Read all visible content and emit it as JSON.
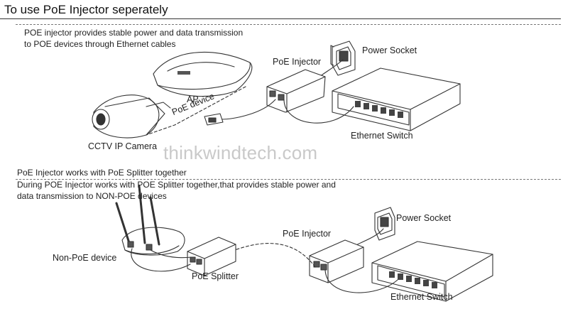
{
  "title": "To use PoE Injector seperately",
  "section1": {
    "description_lines": [
      "POE injector provides stable power and data transmission",
      "to POE devices through Ethernet cables"
    ],
    "labels": {
      "power_socket": "Power Socket",
      "poe_injector": "PoE Injector",
      "ap": "AP",
      "poe_device": "PoE device",
      "cctv": "CCTV IP Camera",
      "ethernet_switch": "Ethernet Switch"
    }
  },
  "watermark": "thinkwindtech.com",
  "section2": {
    "heading": "PoE Injector works with PoE Splitter together",
    "description_lines": [
      "During POE Injector works with POE Splitter together,that provides stable power and",
      "data transmission to NON-POE devices"
    ],
    "labels": {
      "power_socket": "Power Socket",
      "poe_injector": "PoE Injector",
      "non_poe_device": "Non-PoE device",
      "poe_splitter": "PoE Splitter",
      "ethernet_switch": "Ethernet Switch"
    }
  }
}
